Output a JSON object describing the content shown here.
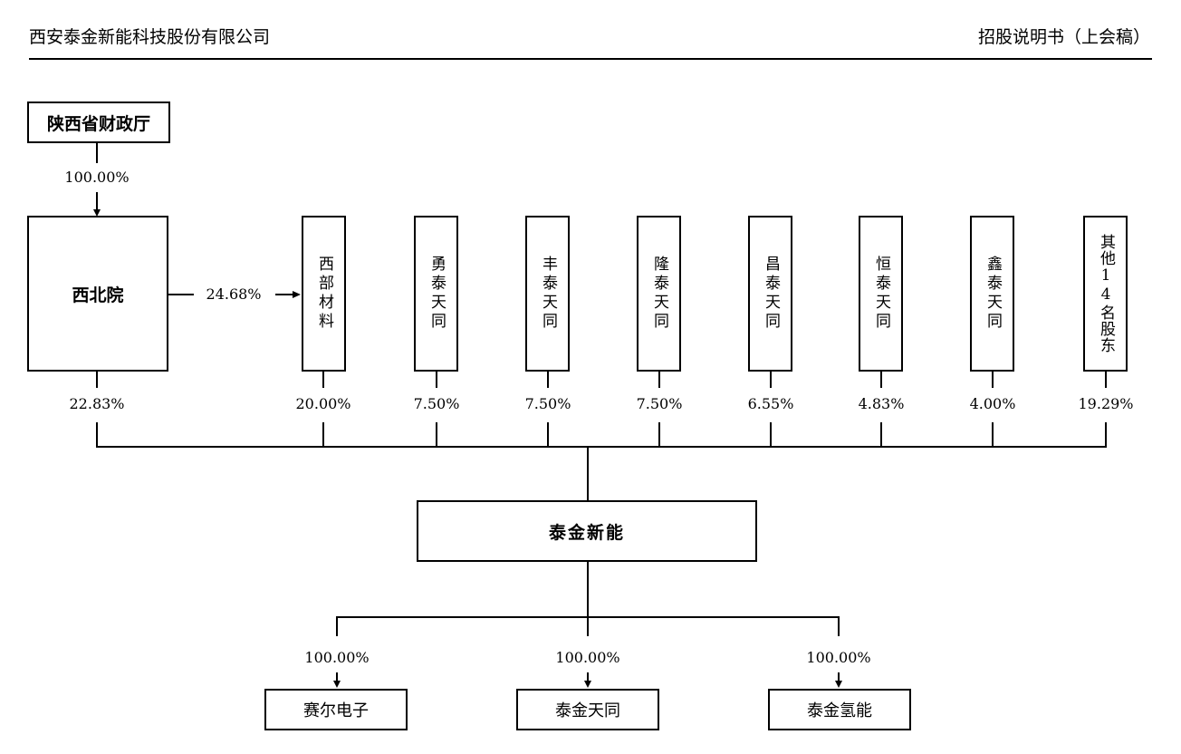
{
  "header": {
    "company": "西安泰金新能科技股份有限公司",
    "doc_type": "招股说明书（上会稿）"
  },
  "top_owner": {
    "name": "陕西省财政厅",
    "pct": "100.00%"
  },
  "parent": {
    "name": "西北院",
    "to_xibu_pct": "24.68%"
  },
  "shareholders": [
    {
      "name": "西北院",
      "pct": "22.83%"
    },
    {
      "name": "西部材料",
      "pct": "20.00%"
    },
    {
      "name": "勇泰天同",
      "pct": "7.50%"
    },
    {
      "name": "丰泰天同",
      "pct": "7.50%"
    },
    {
      "name": "隆泰天同",
      "pct": "7.50%"
    },
    {
      "name": "昌泰天同",
      "pct": "6.55%"
    },
    {
      "name": "恒泰天同",
      "pct": "4.83%"
    },
    {
      "name": "鑫泰天同",
      "pct": "4.00%"
    },
    {
      "name": "其他14名股东",
      "pct": "19.29%"
    }
  ],
  "company": {
    "name": "泰金新能"
  },
  "subsidiaries": [
    {
      "name": "赛尔电子",
      "pct": "100.00%"
    },
    {
      "name": "泰金天同",
      "pct": "100.00%"
    },
    {
      "name": "泰金氢能",
      "pct": "100.00%"
    }
  ]
}
